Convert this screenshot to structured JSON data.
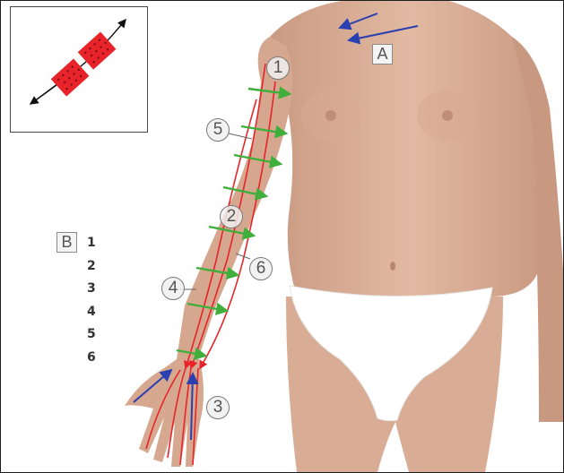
{
  "labels": {
    "panel_a": "A",
    "panel_b": "B",
    "tape_1": "1",
    "tape_2": "2",
    "tape_3": "3",
    "tape_4": "4",
    "tape_5": "5",
    "tape_6": "6"
  },
  "legend": {
    "items": [
      "1",
      "2",
      "3",
      "4",
      "5",
      "6"
    ]
  },
  "colors": {
    "frame": "#1e1e1e",
    "skin": "#ddb29a",
    "skin_shadow": "#b98a72",
    "garment": "#ffffff",
    "tape_red": "#e8242a",
    "tape_green": "#3fae3a",
    "direction_blue": "#2a3fb0",
    "label_gray": "#7a7a7a"
  }
}
